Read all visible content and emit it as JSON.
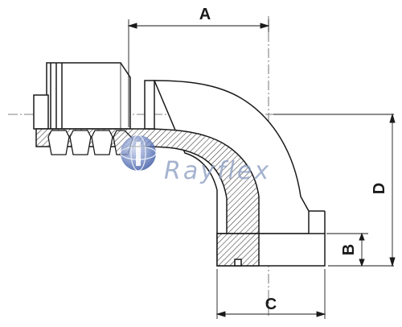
{
  "drawing": {
    "dimensions": [
      {
        "key": "A",
        "label": "A"
      },
      {
        "key": "B",
        "label": "B"
      },
      {
        "key": "C",
        "label": "C"
      },
      {
        "key": "D",
        "label": "D"
      }
    ],
    "watermark": {
      "brand": "Rayflex",
      "logo_icon": "rayflex-globe-logo",
      "color": "#8c9ec2"
    },
    "colors": {
      "outline": "#1a1a1a",
      "hatch": "#333333",
      "centerline": "#555555",
      "watermark_logo": "#2b4a9a"
    }
  }
}
